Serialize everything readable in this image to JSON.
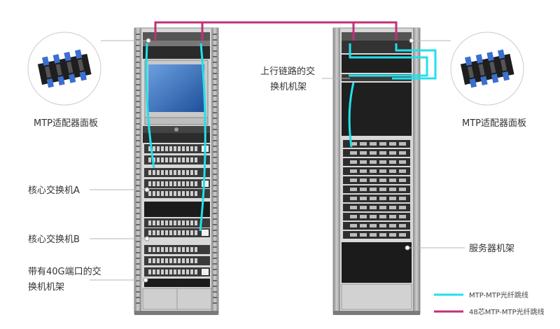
{
  "labels": {
    "mtp_left": "MTP适配器面板",
    "mtp_right": "MTP适配器面板",
    "core_a": "核心交换机A",
    "core_b": "核心交换机B",
    "switch40g_l1": "带有40G端口的交",
    "switch40g_l2": "换机机架",
    "uplink_l1": "上行链路的交",
    "uplink_l2": "换机机架",
    "server_rack": "服务器机架"
  },
  "legend": [
    {
      "label": "MTP-MTP光纤跳线",
      "color": "#22e0ea"
    },
    {
      "label": "48芯MTP-MTP光纤跳线",
      "color": "#c0307a"
    }
  ],
  "colors": {
    "cyan_cable": "#22e0ea",
    "magenta_cable": "#c0307a",
    "rack_frame": "#9a9a9a",
    "rack_dark": "#1f1f1f",
    "screen_blue": "#3c78c8"
  }
}
